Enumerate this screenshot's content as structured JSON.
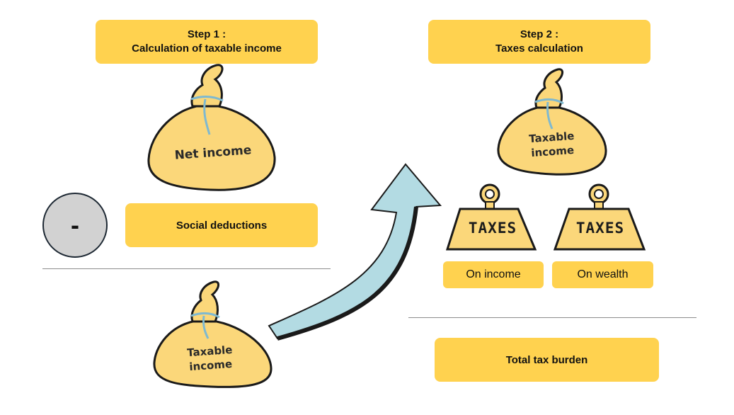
{
  "step1": {
    "line1": "Step 1 :",
    "line2": "Calculation of taxable income"
  },
  "step2": {
    "line1": "Step 2 :",
    "line2": "Taxes calculation"
  },
  "bags": {
    "net_income": "Net income",
    "taxable_income_top_l1": "Taxable",
    "taxable_income_top_l2": "income",
    "taxable_income_bottom_l1": "Taxable",
    "taxable_income_bottom_l2": "income"
  },
  "minus_symbol": "-",
  "social_deductions": "Social deductions",
  "weights": {
    "left": "TAXES",
    "right": "TAXES"
  },
  "on_income": "On income",
  "on_wealth": "On wealth",
  "total_tax_burden": "Total tax burden",
  "colors": {
    "accent": "#ffd24f",
    "bag_fill": "#fbd77a",
    "arrow": "#b3dbe3",
    "circle": "#d2d2d2"
  },
  "icons": [
    "money-bag-icon",
    "weight-icon",
    "curved-arrow-icon"
  ]
}
